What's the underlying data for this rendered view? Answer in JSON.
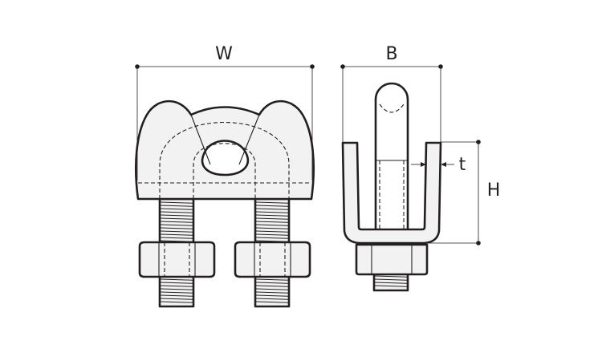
{
  "labels": {
    "width": "W",
    "breadth": "B",
    "height": "H",
    "thickness": "t"
  },
  "colors": {
    "line": "#231f20",
    "fill": "#f2f2f2",
    "background": "#ffffff"
  }
}
